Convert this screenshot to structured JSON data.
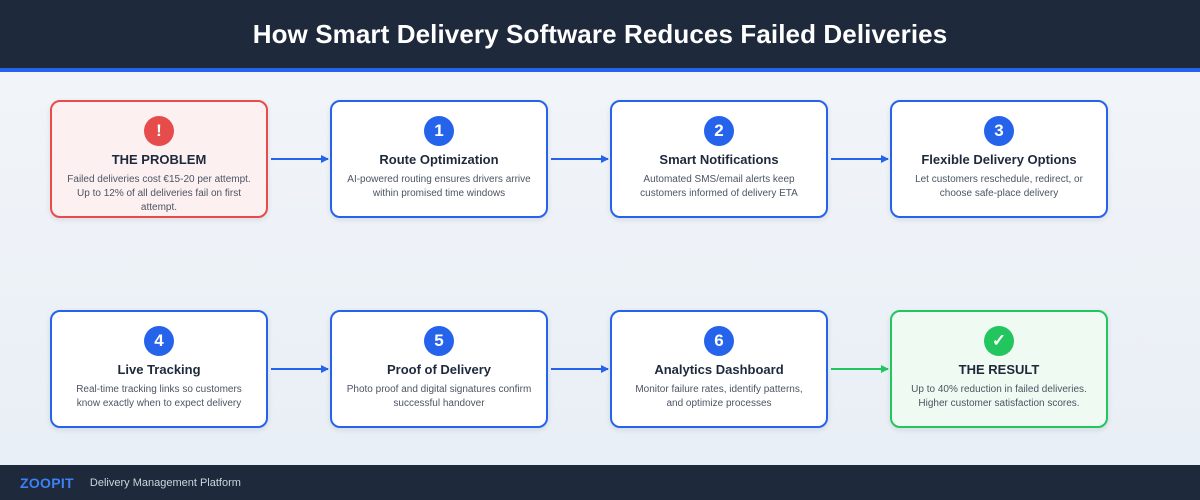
{
  "header": {
    "title": "How Smart Delivery Software Reduces Failed Deliveries"
  },
  "cards": [
    {
      "badge": "!",
      "title": "THE PROBLEM",
      "desc": "Failed deliveries cost €15-20 per attempt. Up to 12% of all deliveries fail on first attempt."
    },
    {
      "badge": "1",
      "title": "Route Optimization",
      "desc": "AI-powered routing ensures drivers arrive within promised time windows"
    },
    {
      "badge": "2",
      "title": "Smart Notifications",
      "desc": "Automated SMS/email alerts keep customers informed of delivery ETA"
    },
    {
      "badge": "3",
      "title": "Flexible Delivery Options",
      "desc": "Let customers reschedule, redirect, or choose safe-place delivery"
    },
    {
      "badge": "4",
      "title": "Live Tracking",
      "desc": "Real-time tracking links so customers know exactly when to expect delivery"
    },
    {
      "badge": "5",
      "title": "Proof of Delivery",
      "desc": "Photo proof and digital signatures confirm successful handover"
    },
    {
      "badge": "6",
      "title": "Analytics Dashboard",
      "desc": "Monitor failure rates, identify patterns, and optimize processes"
    },
    {
      "badge": "✓",
      "title": "THE RESULT",
      "desc": "Up to 40% reduction in failed deliveries. Higher customer satisfaction scores."
    }
  ],
  "colors": {
    "primary": "#2563eb",
    "problem": "#e74c4c",
    "result": "#22c55e",
    "dark": "#1e293b"
  },
  "footer": {
    "brand": "ZOOPIT",
    "tagline": "Delivery Management Platform"
  }
}
